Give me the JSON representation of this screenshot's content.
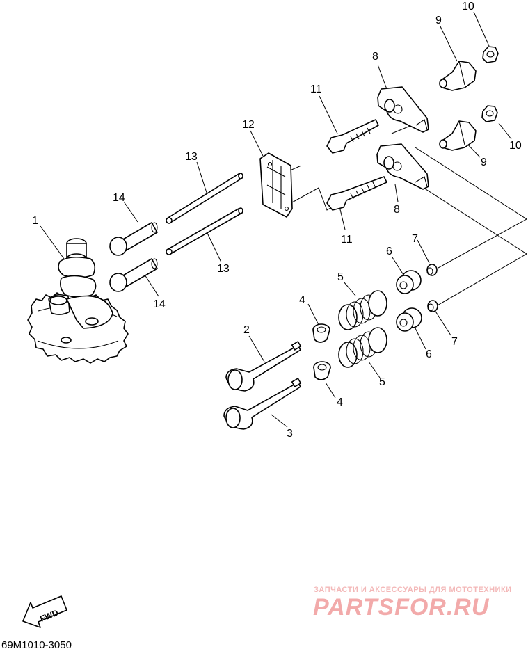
{
  "diagram": {
    "callouts": [
      "1",
      "2",
      "3",
      "4",
      "4",
      "5",
      "5",
      "6",
      "6",
      "7",
      "7",
      "8",
      "8",
      "9",
      "9",
      "10",
      "10",
      "11",
      "11",
      "12",
      "13",
      "13",
      "14",
      "14"
    ],
    "direction_label": "FWD",
    "drawing_code": "69M1010-3050"
  },
  "watermark": {
    "tagline": "ЗАПЧАСТИ И АКСЕССУАРЫ ДЛЯ МОТОТЕХНИКИ",
    "brand": "PARTSFOR.RU",
    "color": "#f2aaaa"
  }
}
